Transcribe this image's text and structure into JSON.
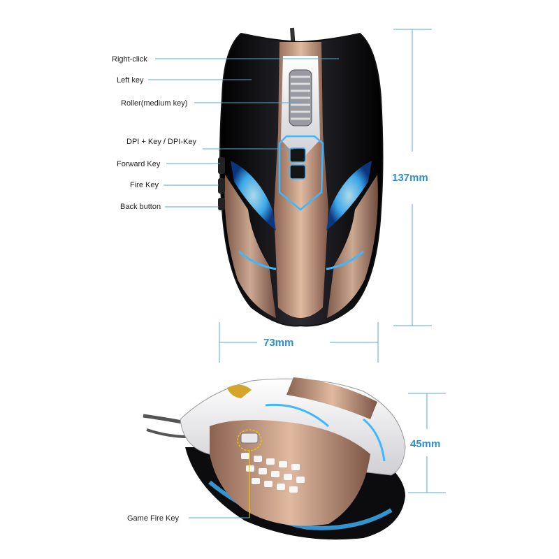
{
  "colors": {
    "line": "#5aa7d6",
    "dimension": "#2f8fd0",
    "label_text": "#222222",
    "accent_glow": "#3fb7ff",
    "bronze": "#b88a70",
    "black": "#0c0c0e"
  },
  "top_view": {
    "labels": [
      {
        "id": "right-click",
        "text": "Right-click"
      },
      {
        "id": "left-key",
        "text": "Left key"
      },
      {
        "id": "roller",
        "text": "Roller(medium key)"
      },
      {
        "id": "dpi-key",
        "text": "DPI + Key / DPI-Key"
      },
      {
        "id": "forward-key",
        "text": "Forward Key"
      },
      {
        "id": "fire-key",
        "text": "Fire Key"
      },
      {
        "id": "back-button",
        "text": "Back button"
      }
    ],
    "length": "137mm",
    "width": "73mm"
  },
  "side_view": {
    "height": "45mm",
    "label": "Game Fire Key"
  }
}
